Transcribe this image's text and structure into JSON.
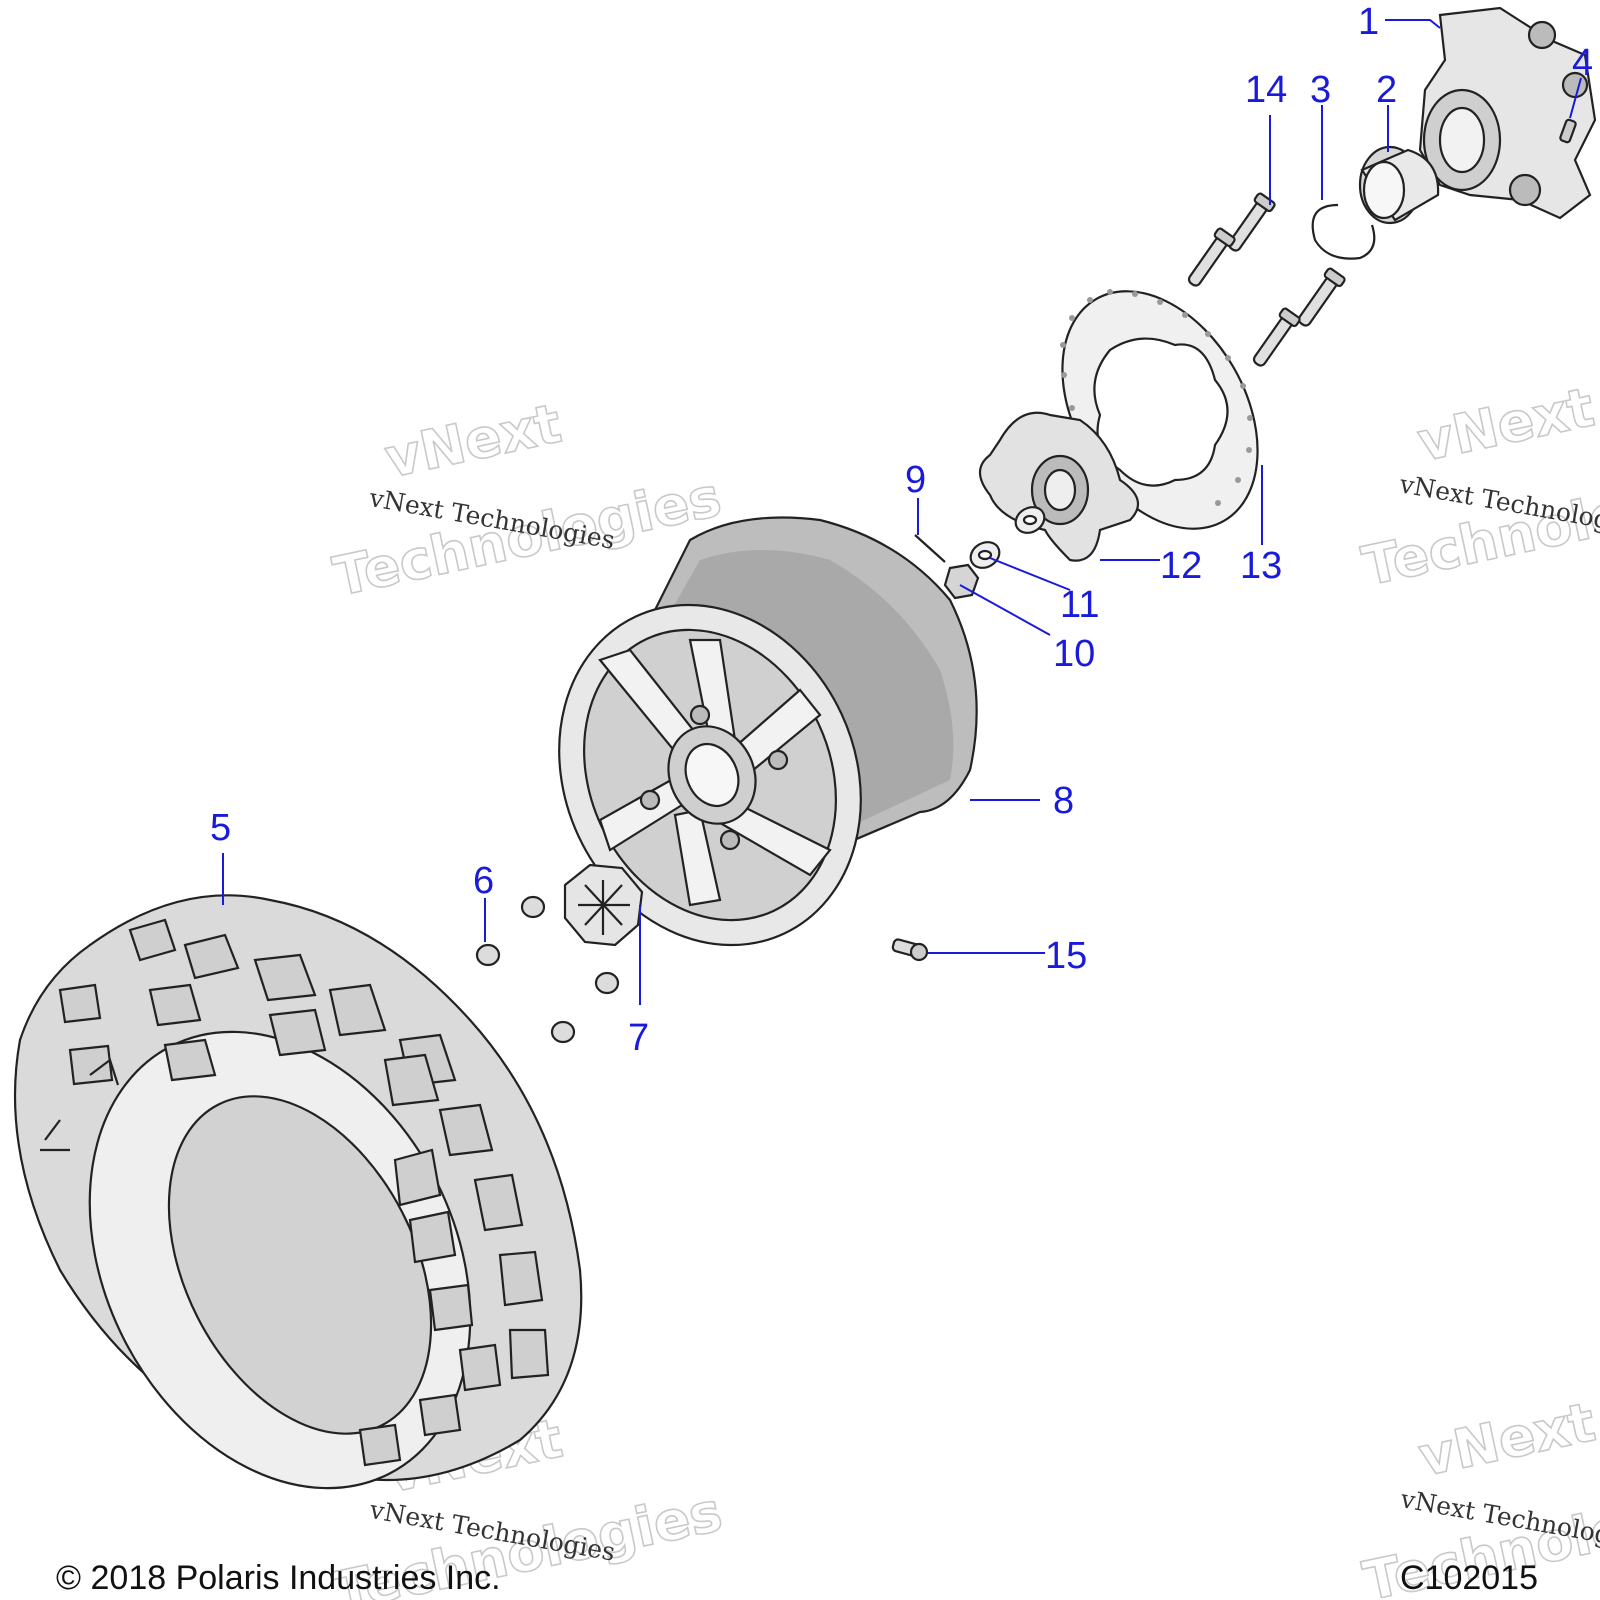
{
  "diagram": {
    "watermark_small": "vNext Technologies",
    "watermark_big_line1": "vNext",
    "watermark_big_line2": "Technologies",
    "callouts": [
      "1",
      "2",
      "3",
      "4",
      "5",
      "6",
      "7",
      "8",
      "9",
      "10",
      "11",
      "12",
      "13",
      "14",
      "15"
    ]
  },
  "footer": {
    "copyright": "© 2018 Polaris Industries Inc.",
    "figure_code": "C102015"
  },
  "colors": {
    "callout": "#1a1adb",
    "part_fill": "#dcdcdc",
    "part_stroke": "#222222"
  }
}
